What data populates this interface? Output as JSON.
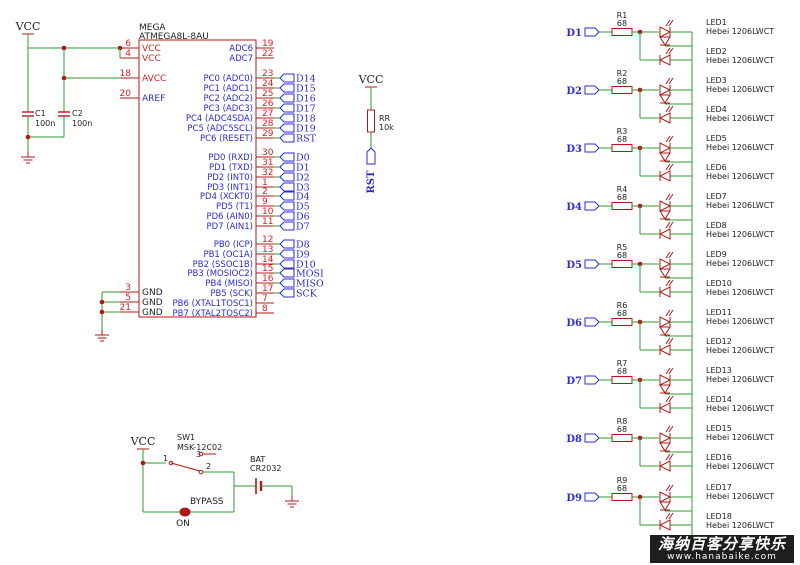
{
  "power": {
    "vcc": "VCC"
  },
  "caps": [
    {
      "ref": "C1",
      "value": "100n"
    },
    {
      "ref": "C2",
      "value": "100n"
    }
  ],
  "mcu": {
    "ref": "MEGA",
    "part": "ATMEGA8L-8AU",
    "left_pins": [
      {
        "num": "6",
        "name": "VCC",
        "color": "#d42020"
      },
      {
        "num": "4",
        "name": "VCC",
        "color": "#d42020"
      },
      {
        "num": "18",
        "name": "AVCC",
        "color": "#d42020"
      },
      {
        "num": "20",
        "name": "AREF",
        "color": "#2b2bd6"
      },
      {
        "num": "3",
        "name": "GND",
        "color": "#222222"
      },
      {
        "num": "5",
        "name": "GND",
        "color": "#222222"
      },
      {
        "num": "21",
        "name": "GND",
        "color": "#222222"
      }
    ],
    "right_pins": [
      {
        "num": "19",
        "name": "ADC6",
        "net": ""
      },
      {
        "num": "22",
        "name": "ADC7",
        "net": ""
      },
      {
        "num": "23",
        "name": "PC0 (ADC0)",
        "net": "D14"
      },
      {
        "num": "24",
        "name": "PC1 (ADC1)",
        "net": "D15"
      },
      {
        "num": "25",
        "name": "PC2 (ADC2)",
        "net": "D16"
      },
      {
        "num": "26",
        "name": "PC3 (ADC3)",
        "net": "D17"
      },
      {
        "num": "27",
        "name": "PC4 (ADC4SDA)",
        "net": "D18"
      },
      {
        "num": "28",
        "name": "PC5 (ADC5SCL)",
        "net": "D19"
      },
      {
        "num": "29",
        "name": "PC6 (RESET)",
        "net": "RST"
      },
      {
        "num": "30",
        "name": "PD0 (RXD)",
        "net": "D0"
      },
      {
        "num": "31",
        "name": "PD1 (TXD)",
        "net": "D1"
      },
      {
        "num": "32",
        "name": "PD2 (INT0)",
        "net": "D2"
      },
      {
        "num": "1",
        "name": "PD3 (INT1)",
        "net": "D3"
      },
      {
        "num": "2",
        "name": "PD4 (XCKT0)",
        "net": "D4"
      },
      {
        "num": "9",
        "name": "PD5 (T1)",
        "net": "D5"
      },
      {
        "num": "10",
        "name": "PD6 (AIN0)",
        "net": "D6"
      },
      {
        "num": "11",
        "name": "PD7 (AIN1)",
        "net": "D7"
      },
      {
        "num": "12",
        "name": "PB0 (ICP)",
        "net": "D8"
      },
      {
        "num": "13",
        "name": "PB1 (OC1A)",
        "net": "D9"
      },
      {
        "num": "14",
        "name": "PB2 (SSOC1B)",
        "net": "D10"
      },
      {
        "num": "15",
        "name": "PB3 (MOSIOC2)",
        "net": "MOSI"
      },
      {
        "num": "16",
        "name": "PB4 (MISO)",
        "net": "MISO"
      },
      {
        "num": "17",
        "name": "PB5 (SCK)",
        "net": "SCK"
      },
      {
        "num": "7",
        "name": "PB6 (XTAL1TOSC1)",
        "net": ""
      },
      {
        "num": "8",
        "name": "PB7 (XTAL2TOSC2)",
        "net": ""
      }
    ]
  },
  "reset": {
    "vcc": "VCC",
    "ref": "RR",
    "value": "10k",
    "net": "RST"
  },
  "switch": {
    "vcc": "VCC",
    "ref": "SW1",
    "part": "MSK-12C02",
    "pin1": "1",
    "pin2": "2",
    "pin3": "3",
    "bat_ref": "BAT",
    "bat_part": "CR2032",
    "bypass": "BYPASS",
    "on": "ON"
  },
  "led_rows": [
    {
      "net": "D1",
      "res": "R1",
      "res_val": "68",
      "led_a": "LED1",
      "led_b": "LED2"
    },
    {
      "net": "D2",
      "res": "R2",
      "res_val": "68",
      "led_a": "LED3",
      "led_b": "LED4"
    },
    {
      "net": "D3",
      "res": "R3",
      "res_val": "68",
      "led_a": "LED5",
      "led_b": "LED6"
    },
    {
      "net": "D4",
      "res": "R4",
      "res_val": "68",
      "led_a": "LED7",
      "led_b": "LED8"
    },
    {
      "net": "D5",
      "res": "R5",
      "res_val": "68",
      "led_a": "LED9",
      "led_b": "LED10"
    },
    {
      "net": "D6",
      "res": "R6",
      "res_val": "68",
      "led_a": "LED11",
      "led_b": "LED12"
    },
    {
      "net": "D7",
      "res": "R7",
      "res_val": "68",
      "led_a": "LED13",
      "led_b": "LED14"
    },
    {
      "net": "D8",
      "res": "R8",
      "res_val": "68",
      "led_a": "LED15",
      "led_b": "LED16"
    },
    {
      "net": "D9",
      "res": "R9",
      "res_val": "68",
      "led_a": "LED17",
      "led_b": "LED18"
    }
  ],
  "led_part": "Hebei 1206LWCT",
  "watermark": {
    "title": "海纳百客分享快乐",
    "url": "www.hanabaike.com"
  },
  "colors": {
    "wire": "#2e9e2e",
    "symbol": "#b01818",
    "label": "#2b2bd6",
    "pin": "#d42020",
    "text": "#222222",
    "junction": "#b01818"
  }
}
